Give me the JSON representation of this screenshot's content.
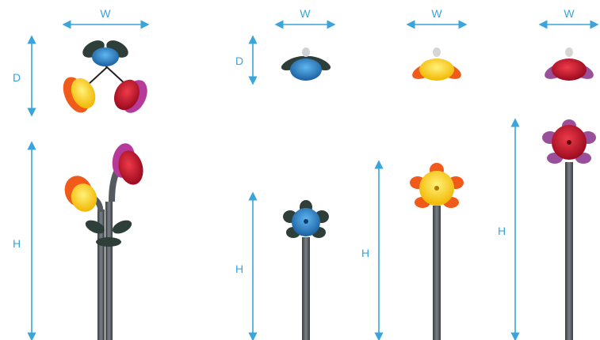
{
  "labels": {
    "width": "W",
    "depth": "D",
    "height": "H"
  },
  "colors": {
    "dimension_arrow": "#3aa4dc",
    "stem": "#555a5e",
    "leaf_dark": "#2e3e38",
    "blue_petal": "#1d6fb0",
    "blue_petal_light": "#3b9be0",
    "orange_petal": "#f05a1a",
    "yellow_cup": "#ffd21e",
    "red_cup": "#c8102e",
    "purple_petal": "#9a4f9a"
  },
  "flowers": [
    {
      "name": "cluster",
      "petal": "mixed"
    },
    {
      "name": "blue",
      "petal": "blue"
    },
    {
      "name": "orange",
      "petal": "orange"
    },
    {
      "name": "red",
      "petal": "purple"
    }
  ]
}
